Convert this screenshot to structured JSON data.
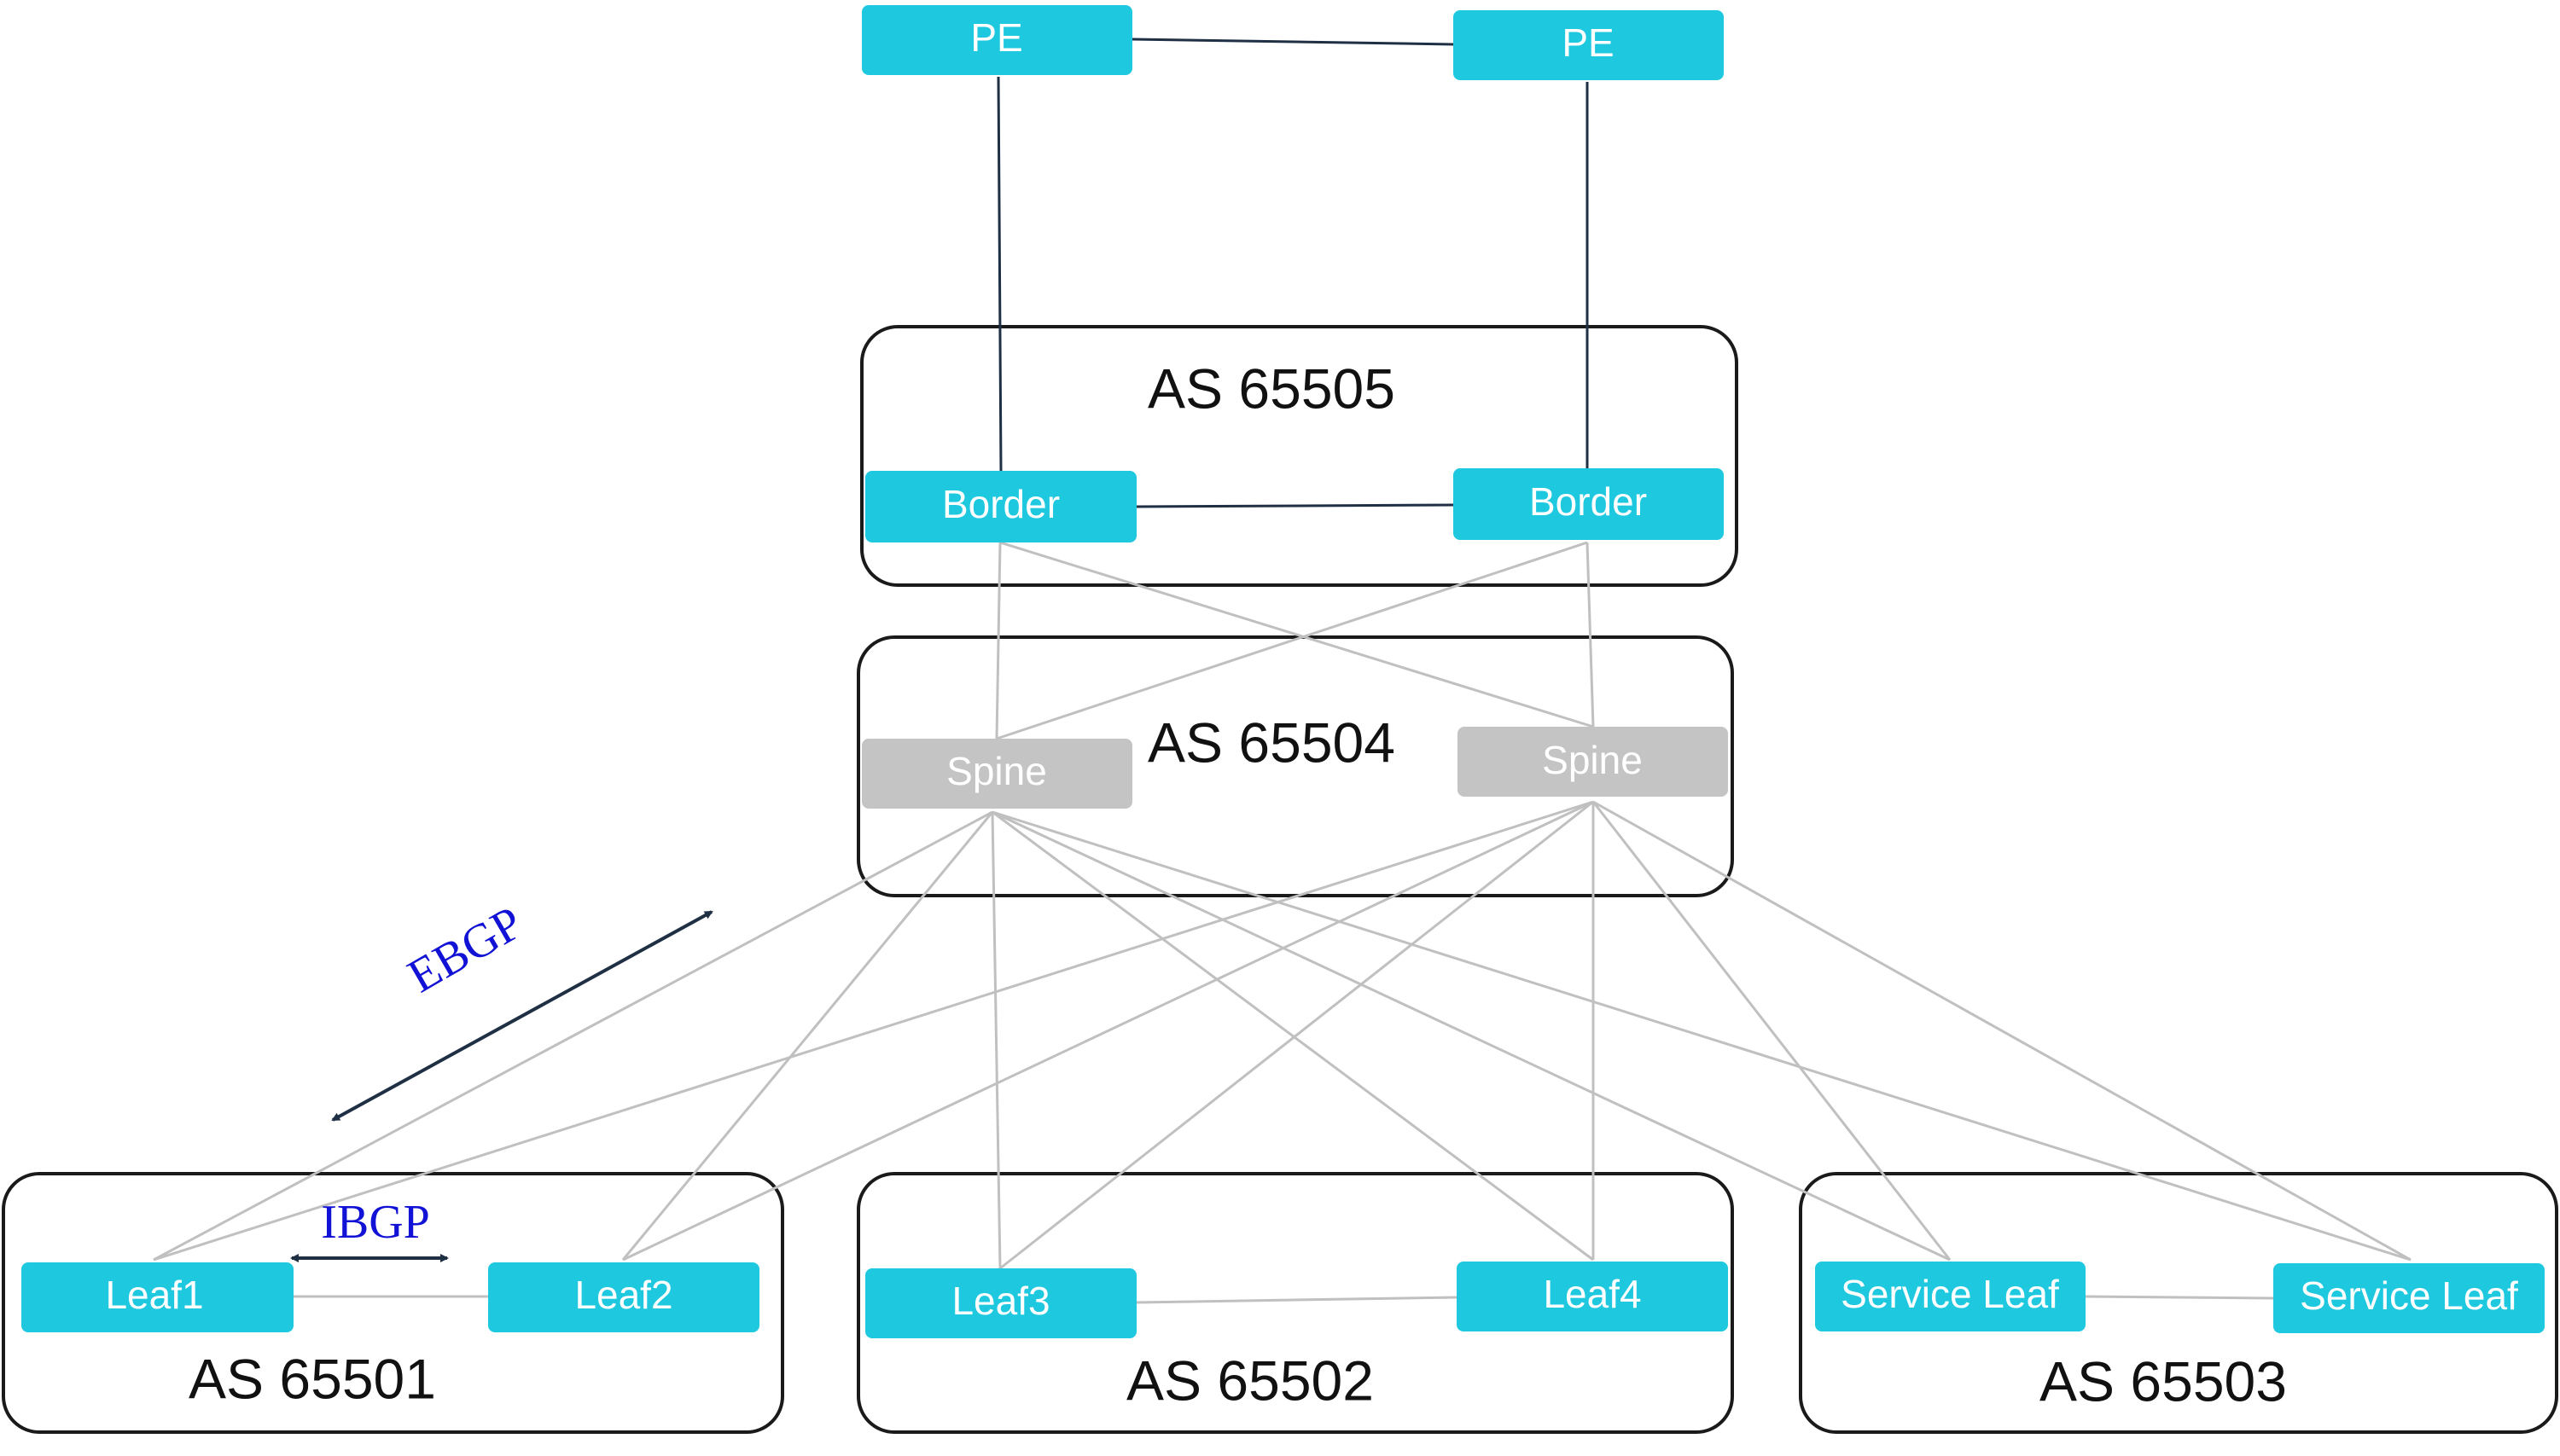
{
  "colors": {
    "node_fill": "#1ec9e0",
    "spine_fill": "#c4c4c4",
    "group_stroke": "#1a1a1a",
    "link_dark": "#1f2f44",
    "link_light": "#c0c0c0",
    "protocol_text": "#1212d6"
  },
  "nodes": {
    "pe_left": "PE",
    "pe_right": "PE",
    "border_left": "Border",
    "border_right": "Border",
    "spine_left": "Spine",
    "spine_right": "Spine",
    "leaf1": "Leaf1",
    "leaf2": "Leaf2",
    "leaf3": "Leaf3",
    "leaf4": "Leaf4",
    "service_leaf_left": "Service Leaf",
    "service_leaf_right": "Service Leaf"
  },
  "groups": {
    "as_border": "AS 65505",
    "as_spine": "AS 65504",
    "as_leaf12": "AS 65501",
    "as_leaf34": "AS 65502",
    "as_service": "AS 65503"
  },
  "protocols": {
    "ebgp": "EBGP",
    "ibgp": "IBGP"
  }
}
